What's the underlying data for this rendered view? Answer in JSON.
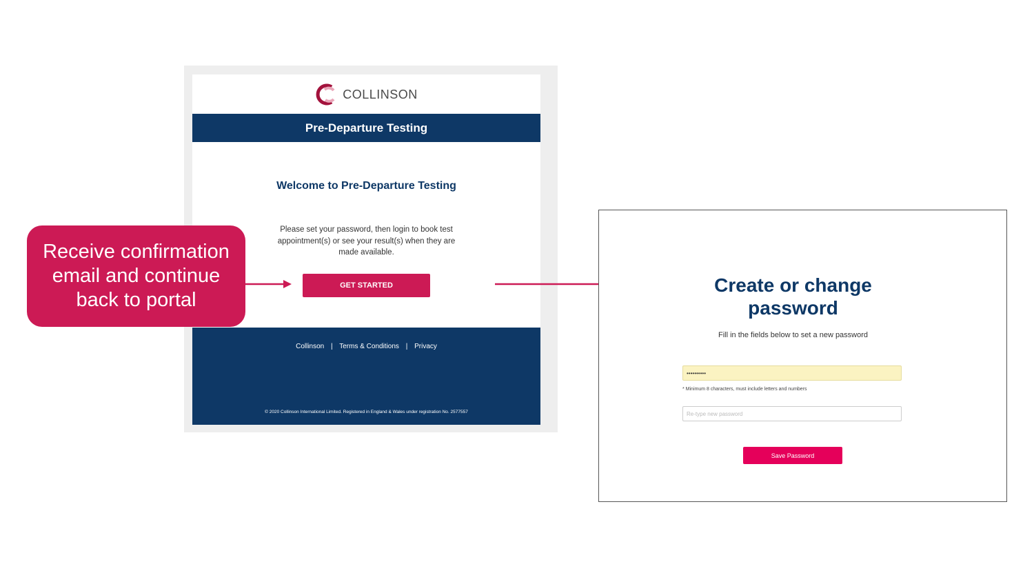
{
  "email": {
    "brand": "COLLINSON",
    "header_title": "Pre-Departure Testing",
    "welcome_title": "Welcome to Pre-Departure Testing",
    "body_text": "Please set your password, then login to book test appointment(s) or see your result(s) when they are made available.",
    "cta_label": "GET STARTED",
    "footer_links": [
      "Collinson",
      "Terms & Conditions",
      "Privacy"
    ],
    "footer_separator": "|",
    "copyright": "© 2020 Collinson International Limited. Registered in England & Wales under registration No. 2577557"
  },
  "callout": {
    "lines": [
      "Receive confirmation",
      "email and continue",
      "back to portal"
    ]
  },
  "password_form": {
    "title_line1": "Create or change",
    "title_line2": "password",
    "subtitle": "Fill in the fields below to set a new password",
    "password_value": "••••••••••",
    "hint": "* Minimum 8 characters, must include letters and numbers",
    "retype_placeholder": "Re-type new password",
    "save_label": "Save Password"
  },
  "colors": {
    "brand_navy": "#0e3866",
    "brand_pink": "#cc1a55",
    "save_pink": "#e5005a",
    "autofill_yellow": "#fbf3c2"
  },
  "icons": {
    "logo": "collinson-logo-icon",
    "arrow": "arrow-right-icon"
  }
}
